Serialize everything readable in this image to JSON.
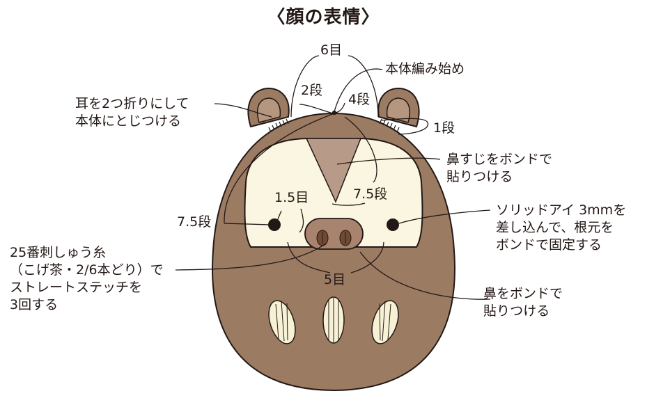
{
  "title": "〈顔の表情〉",
  "labels": {
    "top_6": "6目",
    "top_2": "2段",
    "top_4": "4段",
    "start": "本体編み始め",
    "ear_left": [
      "耳を2つ折りにして",
      "本体にとじつける"
    ],
    "ear_right": "1段",
    "nose_ridge": [
      "鼻すじをボンドで",
      "貼りつける"
    ],
    "eye_gap": "1.5目",
    "eye_row_inner": "7.5段",
    "eye_row_left": "7.5段",
    "eyes": [
      "ソリッドアイ 3mmを",
      "差し込んで、根元を",
      "ボンドで固定する"
    ],
    "mouth_stitch": [
      "25番刺しゅう糸",
      "（こげ茶・2/6本どり）で",
      "ストレートステッチを",
      "3回する"
    ],
    "bottom_5": "5目",
    "nose": [
      "鼻をボンドで",
      "貼りつける"
    ]
  },
  "colors": {
    "body": "#9c7b63",
    "outline": "#231815",
    "face": "#fbf6e1",
    "nose_ridge": "#b79a88",
    "snout": "#a8836d",
    "nostril": "#6f4a33",
    "belly_stripe": "#f7f1d6",
    "ear_inner": "#b5977f"
  }
}
